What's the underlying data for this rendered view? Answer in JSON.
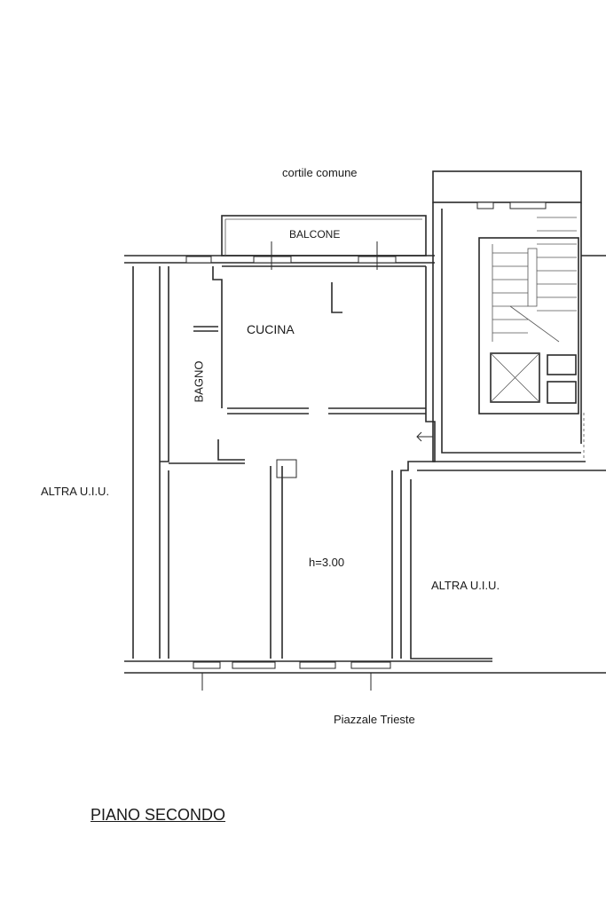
{
  "labels": {
    "courtyard": "cortile comune",
    "balcony": "BALCONE",
    "kitchen": "CUCINA",
    "bathroom": "BAGNO",
    "other_unit_left": "ALTRA U.I.U.",
    "other_unit_right": "ALTRA U.I.U.",
    "height": "h=3.00",
    "street": "Piazzale Trieste",
    "floor_title": "PIANO SECONDO"
  }
}
